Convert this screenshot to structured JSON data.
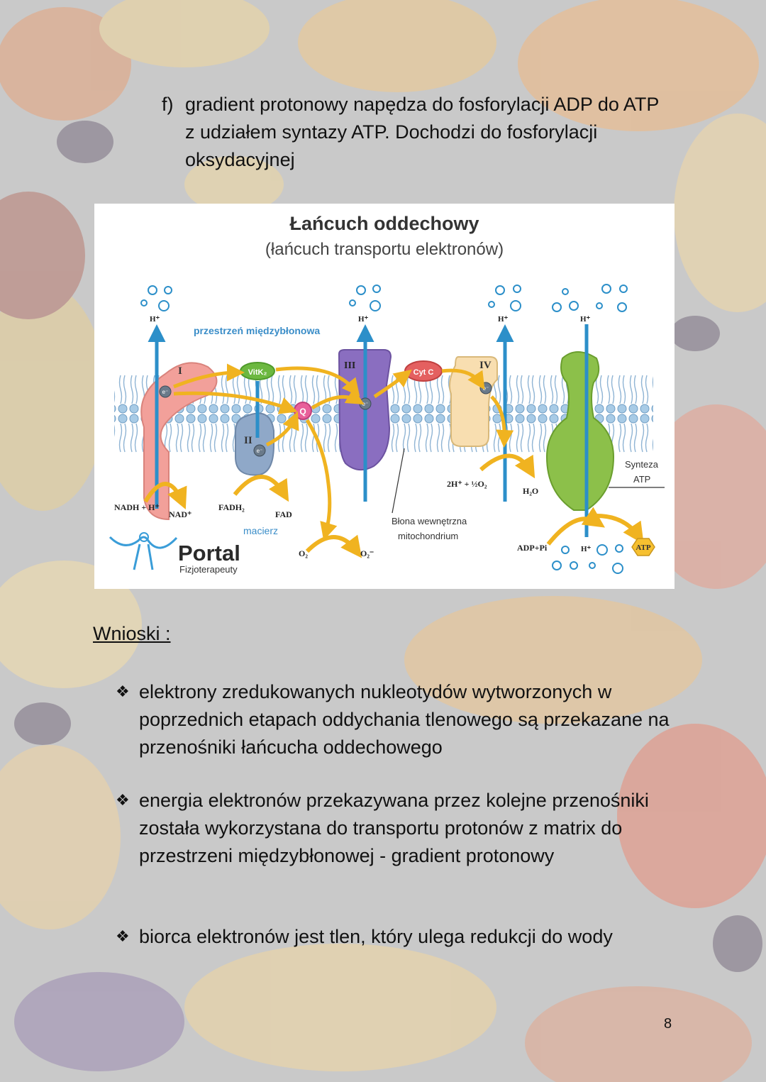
{
  "page": {
    "point_f": {
      "marker": "f)",
      "text": "gradient protonowy napędza do fosforylacji ADP do ATP z udziałem syntazy ATP. Dochodzi do fosforylacji oksydacyjnej"
    },
    "diagram": {
      "title": "Łańcuch oddechowy",
      "subtitle": "(łańcuch transportu elektronów)",
      "labels": {
        "intermembrane_space": "przestrzeń międzybłonowa",
        "matrix": "macierz",
        "complex_1": "I",
        "complex_2": "II",
        "complex_3": "III",
        "complex_4": "IV",
        "vitk2": "VitK₂",
        "cytc": "Cyt C",
        "q": "Q",
        "electron": "e⁻",
        "h_plus": "H⁺",
        "nadh": "NADH + H⁺",
        "nad": "NAD⁺",
        "fadh2": "FADH₂",
        "fad": "FAD",
        "o2": "O₂",
        "o2_minus": "O₂⁻",
        "o2_reaction": "2H⁺ + ½O₂",
        "h2o": "H₂O",
        "membrane_line1": "Błona wewnętrzna",
        "membrane_line2": "mitochondrium",
        "synthase_line1": "Synteza",
        "synthase_line2": "ATP",
        "adp_pi": "ADP+Pi",
        "atp": "ATP",
        "logo_name": "Portal",
        "logo_sub": "Fizjoterapeuty"
      },
      "colors": {
        "membrane": "#9fc4e0",
        "complex_1": "#f2a09a",
        "complex_2": "#8fa8c8",
        "complex_3": "#8a6ec0",
        "complex_4": "#f8deb0",
        "synthase": "#8cc04a",
        "proton_channel": "#2c8fc9",
        "arrow": "#f0b320",
        "vitk2": "#6cb840",
        "cytc": "#e46060",
        "q": "#e8609a"
      }
    },
    "conclusions": {
      "heading": "Wnioski :",
      "bullet_symbol": "❖",
      "items": [
        "elektrony zredukowanych nukleotydów wytworzonych w poprzednich etapach oddychania tlenowego są przekazane na przenośniki łańcucha oddechowego",
        "energia elektronów przekazywana przez kolejne przenośniki została wykorzystana do transportu protonów z matrix do przestrzeni międzybłonowej - gradient protonowy",
        "biorca elektronów jest tlen, który ulega redukcji do wody"
      ]
    },
    "page_number": "8"
  }
}
